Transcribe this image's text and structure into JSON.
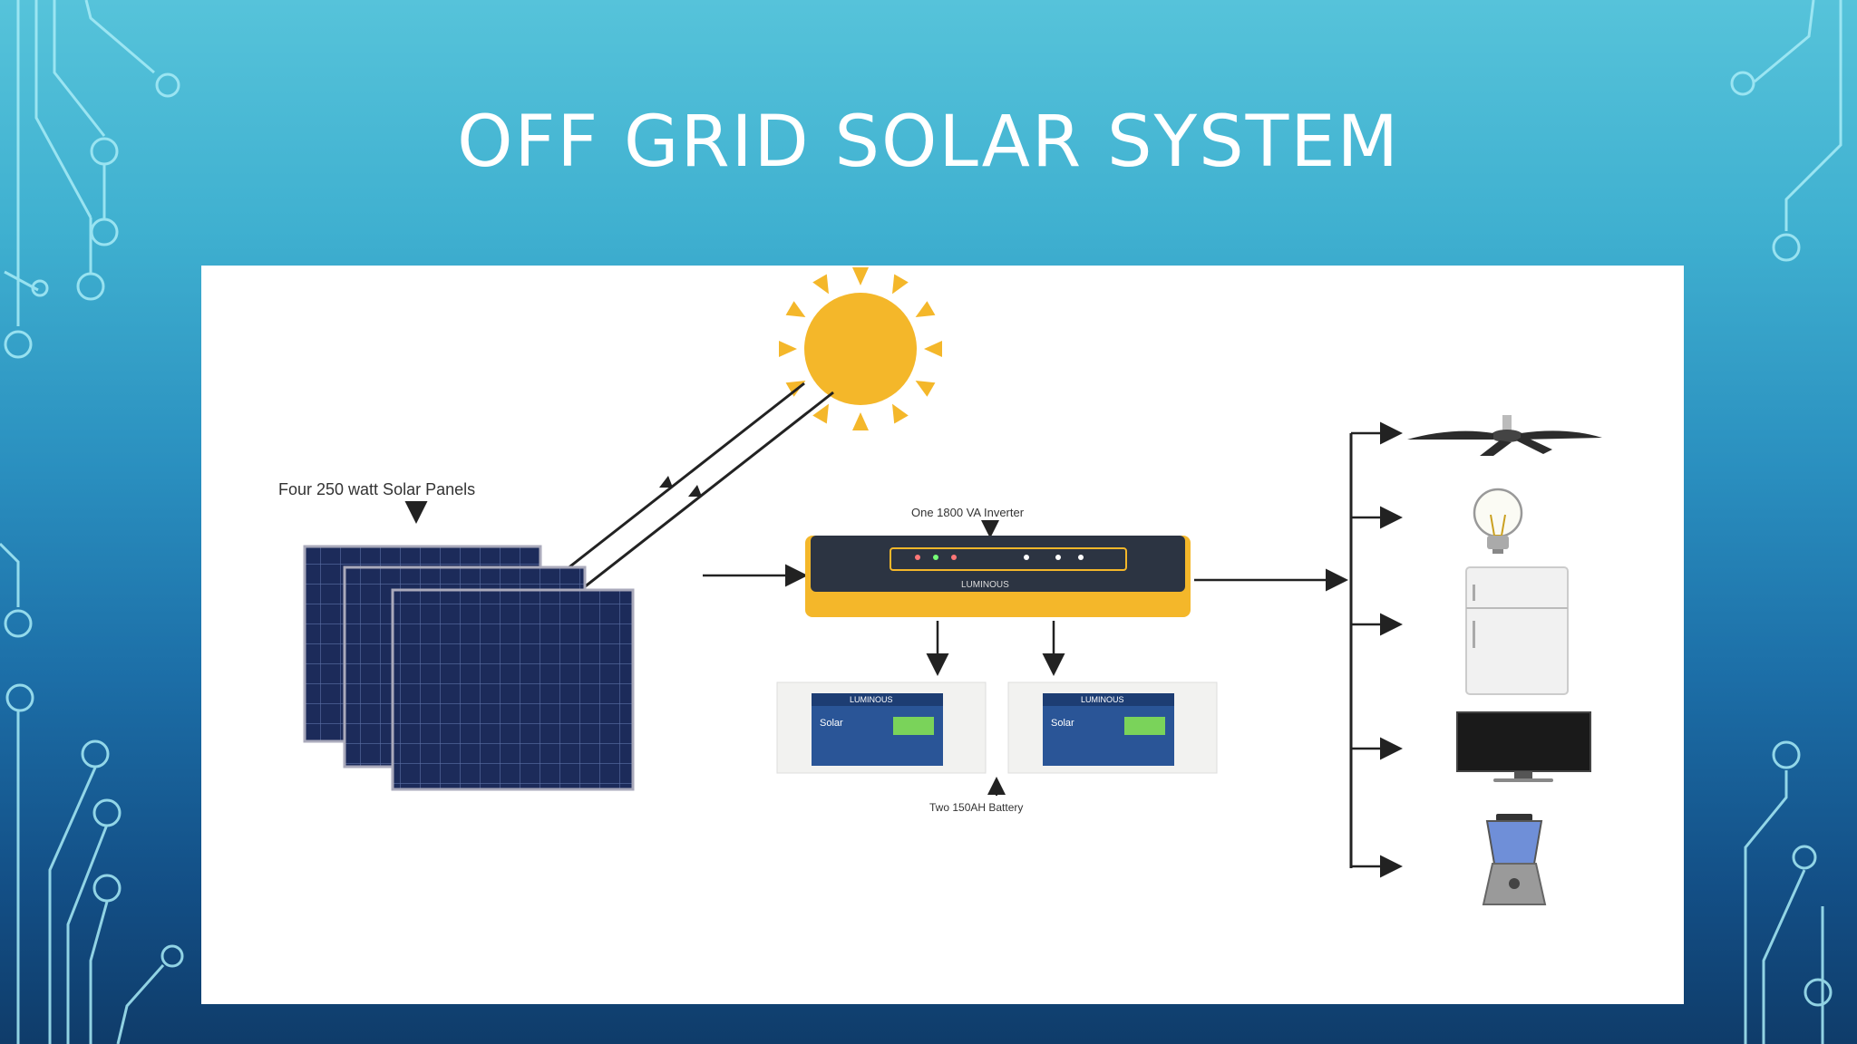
{
  "slide": {
    "title": "OFF GRID SOLAR SYSTEM"
  },
  "diagram": {
    "panels_label": "Four 250 watt Solar Panels",
    "inverter_label": "One 1800 VA Inverter",
    "battery_label": "Two 150AH Battery",
    "brand": "LUMINOUS",
    "battery_brand_sub": "Solar",
    "appliances": [
      "ceiling-fan",
      "light-bulb",
      "refrigerator",
      "television",
      "blender"
    ]
  },
  "colors": {
    "background_top": "#56c3da",
    "background_bottom": "#0f3c6a",
    "sun": "#f4b72a",
    "inverter": "#f4b72a",
    "panel": "#1d2d5c",
    "circuit": "#8fe3f3"
  }
}
